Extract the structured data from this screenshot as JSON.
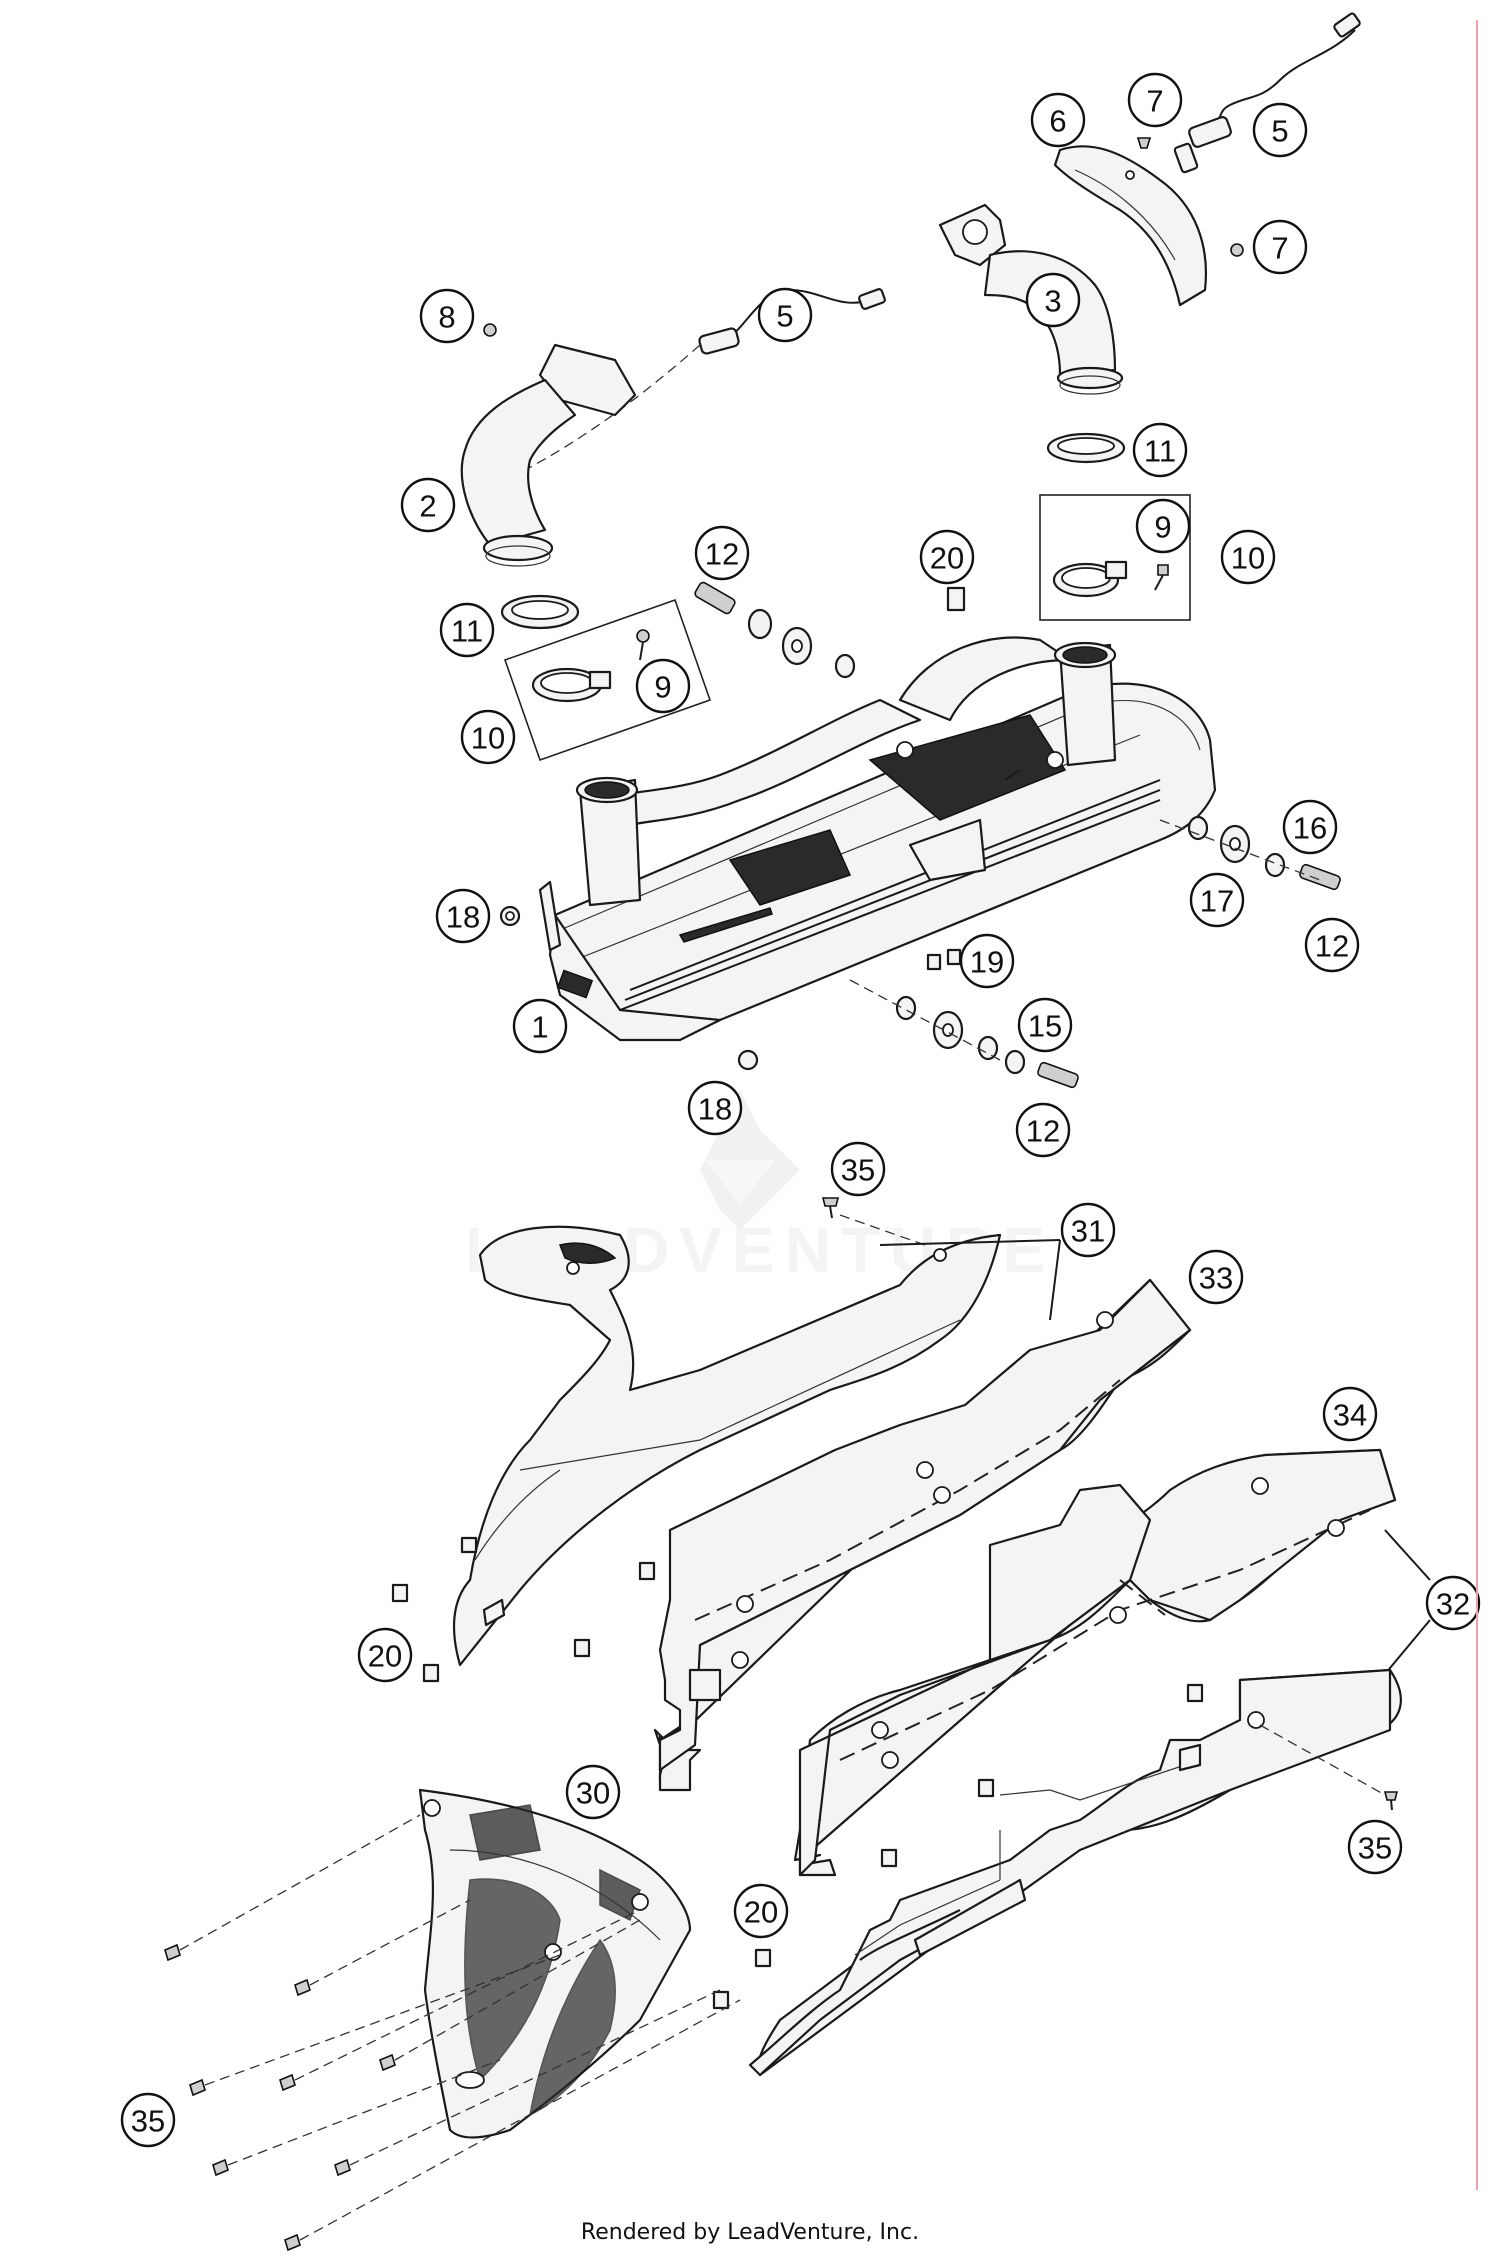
{
  "diagram": {
    "callouts": [
      {
        "id": "c1",
        "label": "1"
      },
      {
        "id": "c2",
        "label": "2"
      },
      {
        "id": "c3",
        "label": "3"
      },
      {
        "id": "c5a",
        "label": "5"
      },
      {
        "id": "c5b",
        "label": "5"
      },
      {
        "id": "c6",
        "label": "6"
      },
      {
        "id": "c7a",
        "label": "7"
      },
      {
        "id": "c7b",
        "label": "7"
      },
      {
        "id": "c8",
        "label": "8"
      },
      {
        "id": "c9a",
        "label": "9"
      },
      {
        "id": "c9b",
        "label": "9"
      },
      {
        "id": "c10a",
        "label": "10"
      },
      {
        "id": "c10b",
        "label": "10"
      },
      {
        "id": "c11a",
        "label": "11"
      },
      {
        "id": "c11b",
        "label": "11"
      },
      {
        "id": "c12a",
        "label": "12"
      },
      {
        "id": "c12b",
        "label": "12"
      },
      {
        "id": "c12c",
        "label": "12"
      },
      {
        "id": "c15",
        "label": "15"
      },
      {
        "id": "c16",
        "label": "16"
      },
      {
        "id": "c17",
        "label": "17"
      },
      {
        "id": "c18a",
        "label": "18"
      },
      {
        "id": "c18b",
        "label": "18"
      },
      {
        "id": "c19",
        "label": "19"
      },
      {
        "id": "c20a",
        "label": "20"
      },
      {
        "id": "c20b",
        "label": "20"
      },
      {
        "id": "c20c",
        "label": "20"
      },
      {
        "id": "c30",
        "label": "30"
      },
      {
        "id": "c31",
        "label": "31"
      },
      {
        "id": "c32",
        "label": "32"
      },
      {
        "id": "c33",
        "label": "33"
      },
      {
        "id": "c34",
        "label": "34"
      },
      {
        "id": "c35a",
        "label": "35"
      },
      {
        "id": "c35b",
        "label": "35"
      },
      {
        "id": "c35c",
        "label": "35"
      }
    ]
  },
  "watermark": {
    "text": "LEADVENTURE"
  },
  "footer": {
    "text": "Rendered by LeadVenture, Inc."
  }
}
